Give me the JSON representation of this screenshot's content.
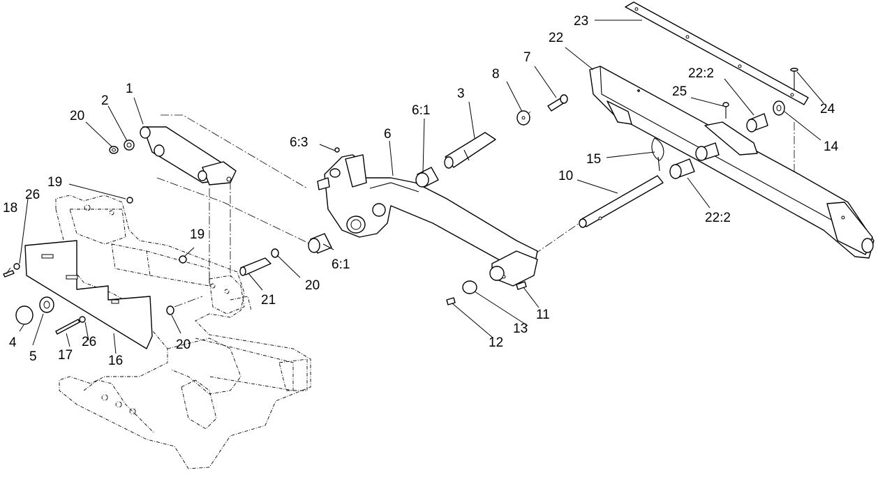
{
  "callouts": [
    {
      "id": "c1",
      "text": "1"
    },
    {
      "id": "c2",
      "text": "2"
    },
    {
      "id": "c20a",
      "text": "20"
    },
    {
      "id": "c3",
      "text": "3"
    },
    {
      "id": "c4",
      "text": "4"
    },
    {
      "id": "c5",
      "text": "5"
    },
    {
      "id": "c6",
      "text": "6"
    },
    {
      "id": "c6-1a",
      "text": "6:1"
    },
    {
      "id": "c6-1b",
      "text": "6:1"
    },
    {
      "id": "c6-3",
      "text": "6:3"
    },
    {
      "id": "c7",
      "text": "7"
    },
    {
      "id": "c8",
      "text": "8"
    },
    {
      "id": "c10",
      "text": "10"
    },
    {
      "id": "c11",
      "text": "11"
    },
    {
      "id": "c12",
      "text": "12"
    },
    {
      "id": "c13",
      "text": "13"
    },
    {
      "id": "c14",
      "text": "14"
    },
    {
      "id": "c15",
      "text": "15"
    },
    {
      "id": "c16",
      "text": "16"
    },
    {
      "id": "c17",
      "text": "17"
    },
    {
      "id": "c18",
      "text": "18"
    },
    {
      "id": "c19a",
      "text": "19"
    },
    {
      "id": "c19b",
      "text": "19"
    },
    {
      "id": "c20b",
      "text": "20"
    },
    {
      "id": "c20c",
      "text": "20"
    },
    {
      "id": "c21",
      "text": "21"
    },
    {
      "id": "c22",
      "text": "22"
    },
    {
      "id": "c22-2a",
      "text": "22:2"
    },
    {
      "id": "c22-2b",
      "text": "22:2"
    },
    {
      "id": "c23",
      "text": "23"
    },
    {
      "id": "c24",
      "text": "24"
    },
    {
      "id": "c25",
      "text": "25"
    },
    {
      "id": "c26a",
      "text": "26"
    },
    {
      "id": "c26b",
      "text": "26"
    }
  ]
}
